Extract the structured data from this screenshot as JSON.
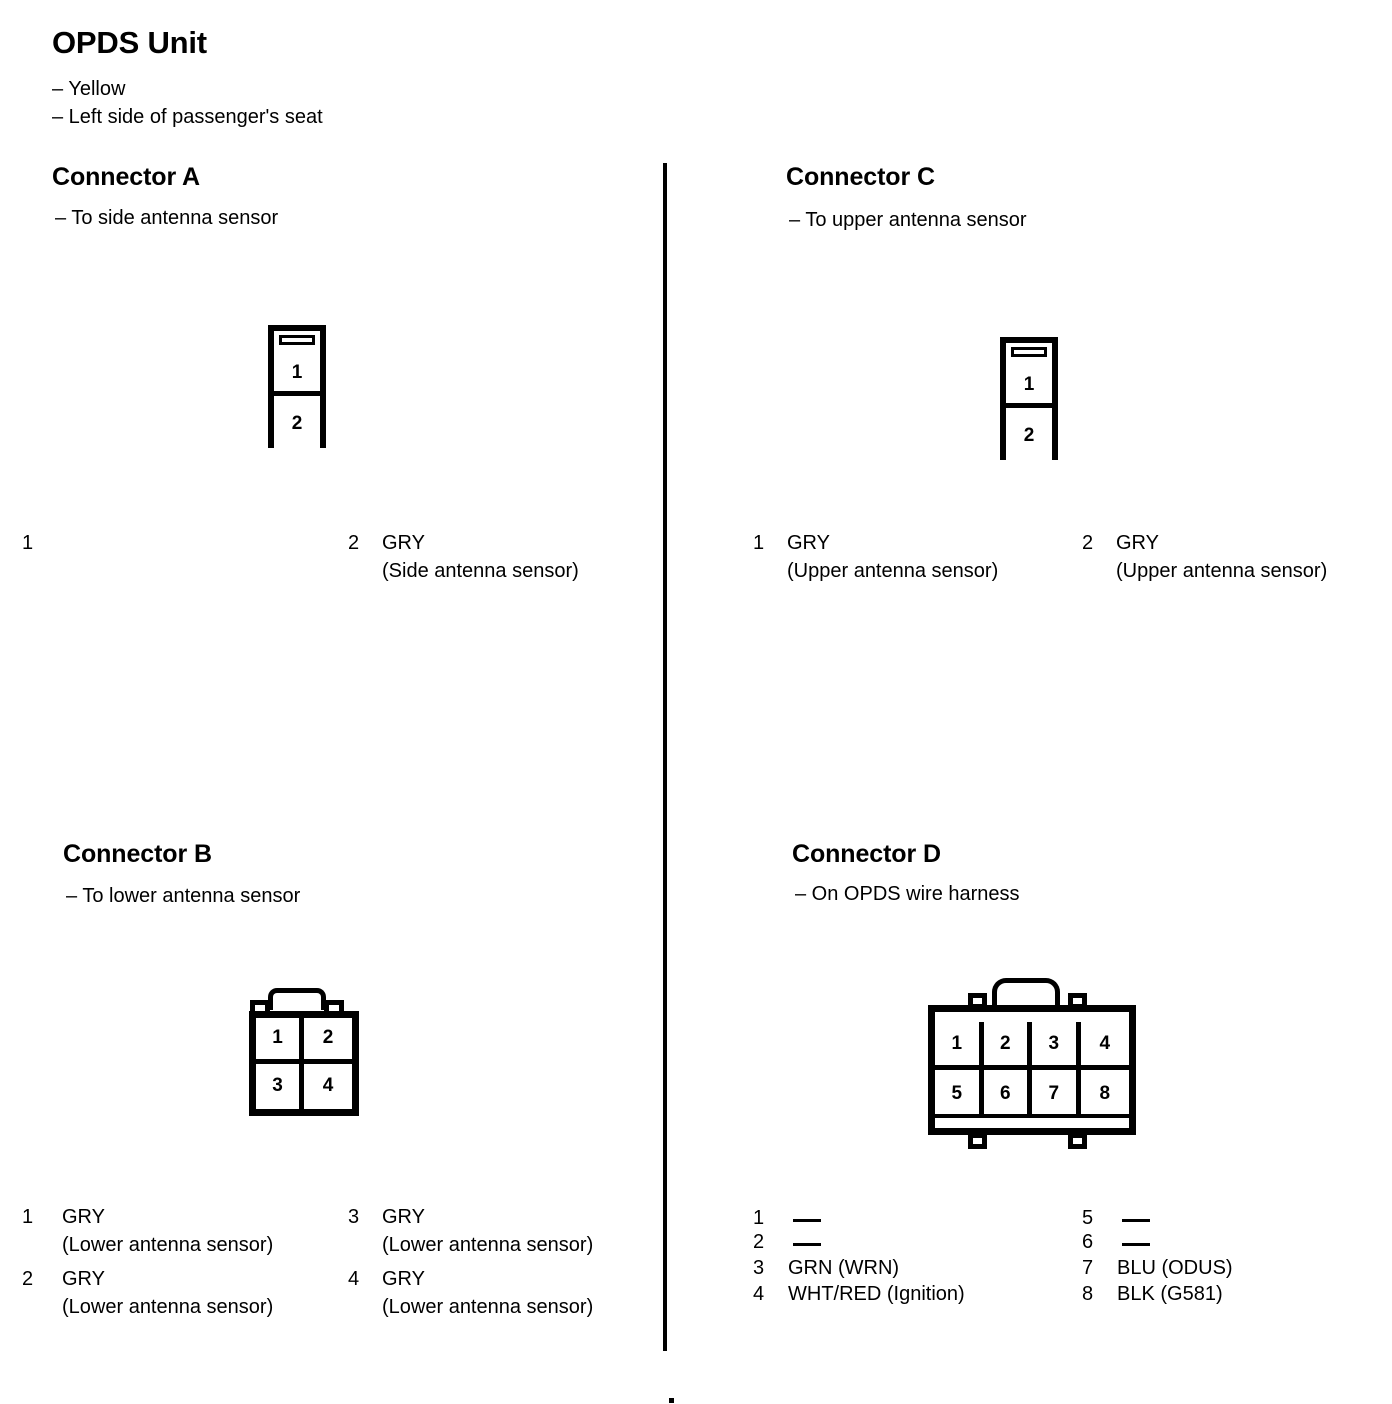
{
  "unit": {
    "title": "OPDS Unit",
    "notes": [
      "– Yellow",
      "– Left side of passenger's seat"
    ]
  },
  "divider": {
    "color": "#000000"
  },
  "connectors": [
    {
      "id": "A",
      "title": "Connector A",
      "note": "– To side antenna sensor",
      "body_type": "2-pin-vertical",
      "cells": [
        "1",
        "2"
      ],
      "pins": [
        {
          "no": "1",
          "wire": "",
          "desc": "",
          "empty": true
        },
        {
          "no": "2",
          "wire": "GRY",
          "desc": "(Side antenna sensor)",
          "empty": false
        }
      ]
    },
    {
      "id": "C",
      "title": "Connector C",
      "note": "– To upper antenna sensor",
      "body_type": "2-pin-vertical",
      "cells": [
        "1",
        "2"
      ],
      "pins": [
        {
          "no": "1",
          "wire": "GRY",
          "desc": "(Upper antenna sensor)",
          "empty": false
        },
        {
          "no": "2",
          "wire": "GRY",
          "desc": "(Upper antenna sensor)",
          "empty": false
        }
      ]
    },
    {
      "id": "B",
      "title": "Connector B",
      "note": "– To lower antenna sensor",
      "body_type": "4-pin-grid",
      "cells": [
        "1",
        "2",
        "3",
        "4"
      ],
      "pins": [
        {
          "no": "1",
          "wire": "GRY",
          "desc": "(Lower antenna sensor)",
          "empty": false
        },
        {
          "no": "2",
          "wire": "GRY",
          "desc": "(Lower antenna sensor)",
          "empty": false
        },
        {
          "no": "3",
          "wire": "GRY",
          "desc": "(Lower antenna sensor)",
          "empty": false
        },
        {
          "no": "4",
          "wire": "GRY",
          "desc": "(Lower antenna sensor)",
          "empty": false
        }
      ]
    },
    {
      "id": "D",
      "title": "Connector D",
      "note": "– On OPDS wire harness",
      "body_type": "8-pin-grid",
      "cells": [
        "1",
        "2",
        "3",
        "4",
        "5",
        "6",
        "7",
        "8"
      ],
      "pins": [
        {
          "no": "1",
          "wire": "",
          "desc": "",
          "empty": true
        },
        {
          "no": "2",
          "wire": "",
          "desc": "",
          "empty": true
        },
        {
          "no": "3",
          "wire": "GRN (WRN)",
          "desc": "",
          "empty": false
        },
        {
          "no": "4",
          "wire": "WHT/RED (Ignition)",
          "desc": "",
          "empty": false
        },
        {
          "no": "5",
          "wire": "",
          "desc": "",
          "empty": true
        },
        {
          "no": "6",
          "wire": "",
          "desc": "",
          "empty": true
        },
        {
          "no": "7",
          "wire": "BLU (ODUS)",
          "desc": "",
          "empty": false
        },
        {
          "no": "8",
          "wire": "BLK (G581)",
          "desc": "",
          "empty": false
        }
      ]
    }
  ]
}
